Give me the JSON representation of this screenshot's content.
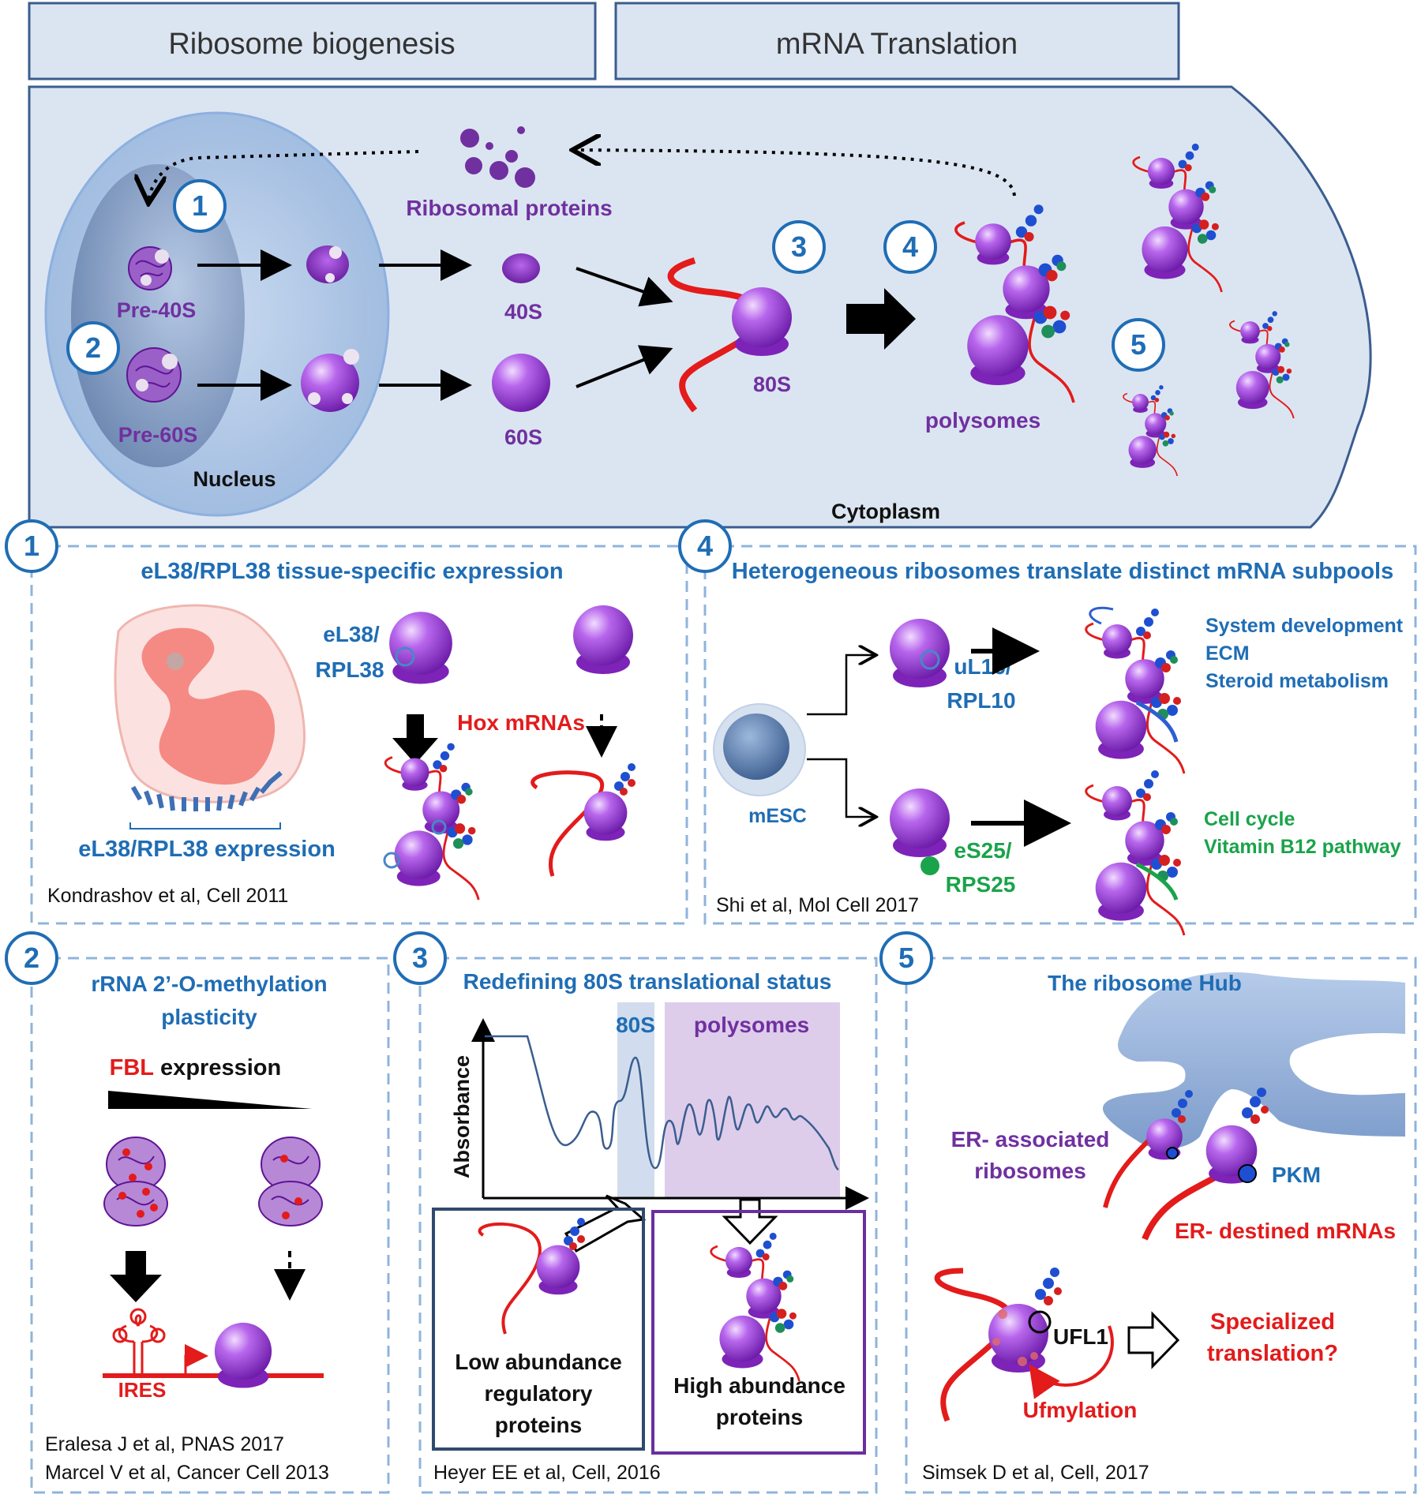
{
  "headers": {
    "biogenesis": "Ribosome biogenesis",
    "translation": "mRNA Translation"
  },
  "overview": {
    "ribosomal_proteins": "Ribosomal proteins",
    "pre40s": "Pre-40S",
    "pre60s": "Pre-60S",
    "s40": "40S",
    "s60": "60S",
    "s80": "80S",
    "polysomes": "polysomes",
    "nucleus": "Nucleus",
    "cytoplasm": "Cytoplasm",
    "steps": [
      "1",
      "2",
      "3",
      "4",
      "5"
    ]
  },
  "panel1": {
    "number": "1",
    "title": "eL38/RPL38 tissue-specific expression",
    "ribo_label_1": "eL38/",
    "ribo_label_2": "RPL38",
    "hox": "Hox mRNAs",
    "expression": "eL38/RPL38 expression",
    "ref": "Kondrashov et al, Cell 2011"
  },
  "panel4": {
    "number": "4",
    "title": "Heterogeneous ribosomes translate distinct mRNA subpools",
    "mesc": "mESC",
    "top_label_1": "uL16/",
    "top_label_2": "RPL10",
    "bottom_label_1": "eS25/",
    "bottom_label_2": "RPS25",
    "top_terms": [
      "System development",
      "ECM",
      "Steroid metabolism"
    ],
    "bottom_terms": [
      "Cell cycle",
      "Vitamin B12 pathway"
    ],
    "ref": "Shi et al, Mol Cell 2017"
  },
  "panel2": {
    "number": "2",
    "title_1": "rRNA 2’-O-methylation",
    "title_2": "plasticity",
    "fbl": "FBL",
    "expression": " expression",
    "ires": "IRES",
    "ref_1": "Eralesa J et al, PNAS 2017",
    "ref_2": "Marcel V et al, Cancer Cell 2013"
  },
  "panel3": {
    "number": "3",
    "title": "Redefining 80S translational status",
    "s80": "80S",
    "polysomes": "polysomes",
    "ylabel": "Absorbance",
    "low_1": "Low abundance",
    "low_2": "regulatory",
    "low_3": "proteins",
    "high_1": "High abundance",
    "high_2": "proteins",
    "ref": "Heyer EE et al, Cell, 2016"
  },
  "panel5": {
    "number": "5",
    "title": "The ribosome Hub",
    "er_assoc_1": "ER- associated",
    "er_assoc_2": "ribosomes",
    "pkm": "PKM",
    "er_destined": "ER- destined mRNAs",
    "ufl1": "UFL1",
    "ufmylation": "Ufmylation",
    "specialized_1": "Specialized",
    "specialized_2": "translation?",
    "ref": "Simsek D et al, Cell, 2017"
  },
  "colors": {
    "ribosome": "#9b3fd0",
    "mrna": "#e31b1b",
    "blue_text": "#1f6db5",
    "green_text": "#1aa34a",
    "cell": "#dbe5f1"
  }
}
